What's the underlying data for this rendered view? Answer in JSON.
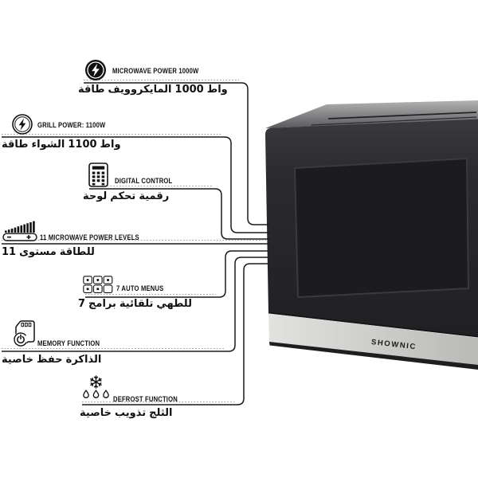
{
  "product": {
    "brand": "SHOWNIC"
  },
  "features": [
    {
      "id": "microwave-power",
      "icon": "lightning-filled-circle-icon",
      "label_en": "MICROWAVE POWER 1000W",
      "label_ar": "طاقة المايكروويف 1000 واط"
    },
    {
      "id": "grill-power",
      "icon": "lightning-outline-circle-icon",
      "label_en": "GRILL POWER: 1100W",
      "label_ar": "طاقة الشواء 1100 واط"
    },
    {
      "id": "digital-control",
      "icon": "keypad-icon",
      "label_en": "DIGITAL CONTROL",
      "label_ar": "لوحة تحكم رقمية"
    },
    {
      "id": "power-levels",
      "icon": "power-level-bars-icon",
      "label_en": "11 MICROWAVE POWER LEVELS",
      "label_ar": "11 مستوى للطاقة"
    },
    {
      "id": "auto-menus",
      "icon": "menu-grid-icon",
      "label_en": "7 AUTO MENUS",
      "label_ar": "7 برامج تلقائية للطهي"
    },
    {
      "id": "memory-function",
      "icon": "memory-card-power-icon",
      "label_en": "MEMORY FUNCTION",
      "label_ar": "خاصية حفظ الذاكرة"
    },
    {
      "id": "defrost-function",
      "icon": "snowflake-droplets-icon",
      "label_en": "DEFROST FUNCTION",
      "label_ar": "خاصية تذويب الثلج"
    }
  ],
  "colors": {
    "line": "#1a1a1a",
    "dotted_line": "#9a9a9a",
    "text": "#111111",
    "body_front_top": "#3a3a3d",
    "body_front_bottom": "#202023",
    "window": "#1c1c1f",
    "band_light": "#e2e2e0",
    "band_dark": "#b9b9b7"
  }
}
